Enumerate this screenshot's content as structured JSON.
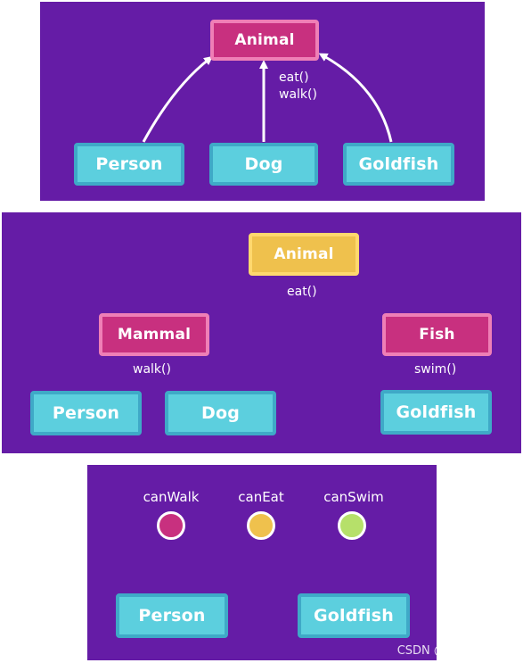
{
  "diagram1": {
    "animal": "Animal",
    "methods": [
      "eat()",
      "walk()"
    ],
    "children": [
      "Person",
      "Dog",
      "Goldfish"
    ]
  },
  "diagram2": {
    "animal": "Animal",
    "animal_method": "eat()",
    "mammal": "Mammal",
    "mammal_method": "walk()",
    "fish": "Fish",
    "fish_method": "swim()",
    "leaves": [
      "Person",
      "Dog",
      "Goldfish"
    ]
  },
  "diagram3": {
    "capabilities": [
      {
        "label": "canWalk",
        "color": "#c8307f"
      },
      {
        "label": "canEat",
        "color": "#efc14d"
      },
      {
        "label": "canSwim",
        "color": "#b6e06a"
      }
    ],
    "nodes": [
      "Person",
      "Goldfish"
    ]
  },
  "watermark": "CSDN @sosososoon",
  "colors": {
    "background": "#651ca6",
    "pink": "#c8307f",
    "cyan": "#5ccfde",
    "yellow": "#efc14d"
  }
}
